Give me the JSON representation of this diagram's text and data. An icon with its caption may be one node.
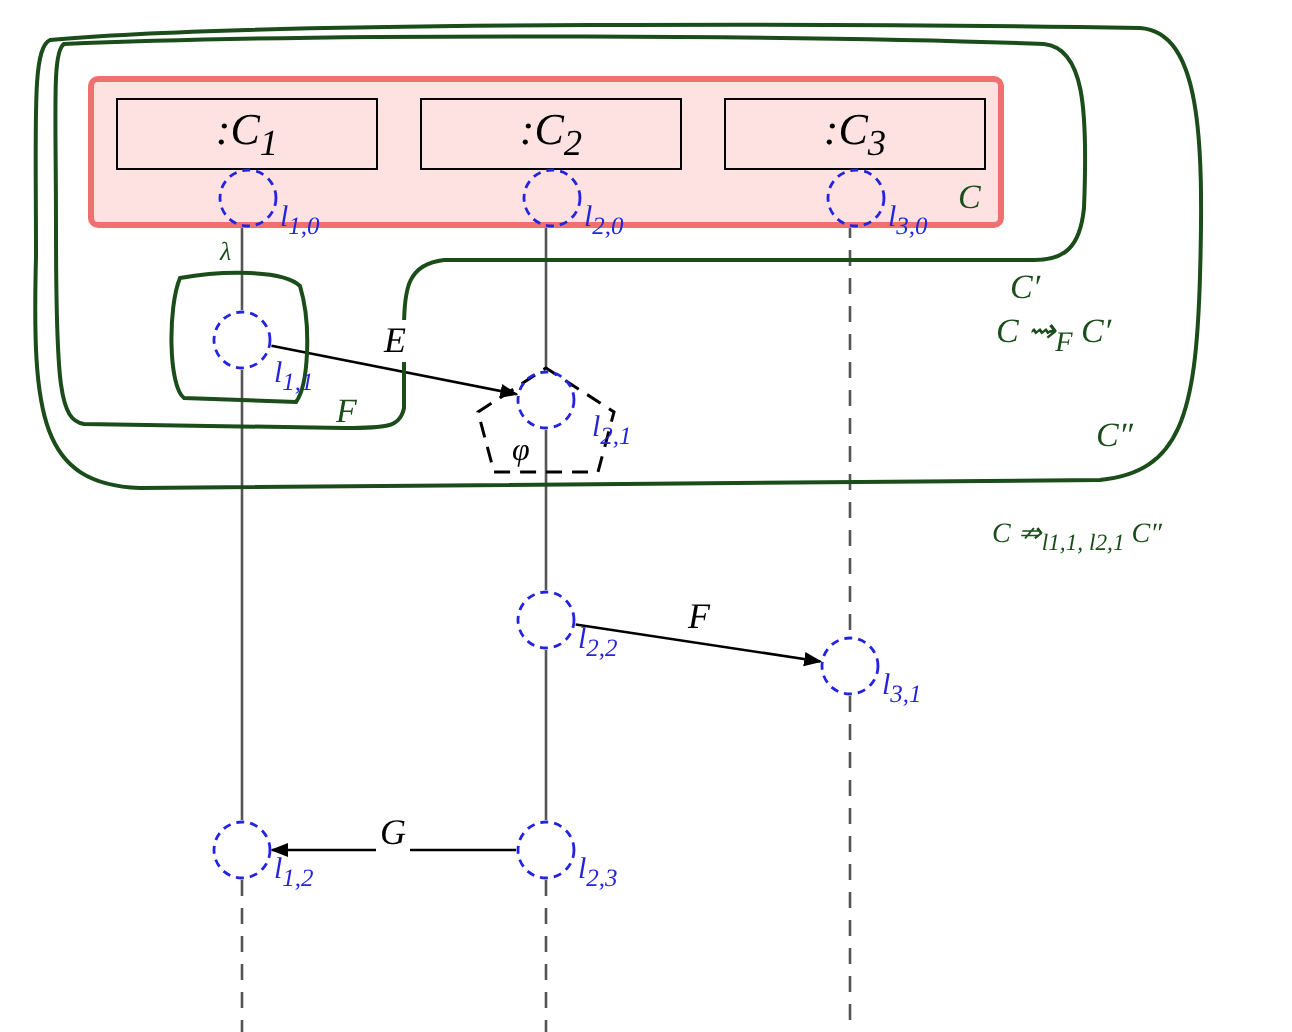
{
  "diagram": {
    "nodes": [
      {
        "text": [
          "C″"
        ]
      },
      {
        "text": [
          "C′"
        ],
        "in": 0
      },
      {
        "text": [
          "C"
        ],
        "in": 1
      },
      {
        "text": [
          ":C$_{1}$"
        ],
        "in": 2
      },
      {
        "text": [
          ":C$_{2}$"
        ],
        "in": 2
      },
      {
        "text": [
          ":C$_{3}$"
        ],
        "in": 2
      },
      {
        "text": [
          "F"
        ],
        "in": 1
      },
      {
        "text": [],
        "shape": "circle",
        "beside": [
          "l$_{1,0}$"
        ],
        "in": 2
      },
      {
        "text": [],
        "shape": "circle",
        "beside": [
          "l$_{2,0}$"
        ],
        "in": 2
      },
      {
        "text": [],
        "shape": "circle",
        "beside": [
          "l$_{3,0}$"
        ],
        "in": 2
      },
      {
        "text": [],
        "shape": "circle",
        "beside": [
          "l$_{1,1}$"
        ],
        "in": 6
      },
      {
        "text": [
          "φ"
        ],
        "in": 0
      },
      {
        "text": [],
        "shape": "circle",
        "beside": [
          "l$_{2,1}$"
        ],
        "in": 11
      },
      {
        "text": [],
        "shape": "circle",
        "beside": [
          "l$_{2,2}$"
        ]
      },
      {
        "text": [],
        "shape": "circle",
        "beside": [
          "l$_{3,1}$"
        ]
      },
      {
        "text": [],
        "shape": "circle",
        "beside": [
          "l$_{1,2}$"
        ]
      },
      {
        "text": [],
        "shape": "circle",
        "beside": [
          "l$_{2,3}$"
        ]
      }
    ],
    "edges": [
      {
        "from": 7,
        "to": 10,
        "arrow": "none"
      },
      {
        "from": 10,
        "to": 15,
        "arrow": "none"
      },
      {
        "from": 15,
        "to": null,
        "arrow": "none",
        "style": "dashed"
      },
      {
        "from": 8,
        "to": 12,
        "arrow": "none"
      },
      {
        "from": 12,
        "to": 13,
        "arrow": "none"
      },
      {
        "from": 13,
        "to": 16,
        "arrow": "none"
      },
      {
        "from": 16,
        "to": null,
        "arrow": "none",
        "style": "dashed"
      },
      {
        "from": 9,
        "to": 14,
        "arrow": "none",
        "style": "dashed"
      },
      {
        "from": 14,
        "to": null,
        "arrow": "none",
        "style": "dashed"
      },
      {
        "from": 10,
        "to": 12,
        "arrow": "to",
        "label": "E",
        "color": "#000000"
      },
      {
        "from": 13,
        "to": 14,
        "arrow": "to",
        "label": "F",
        "color": "#000000"
      },
      {
        "from": 16,
        "to": 15,
        "arrow": "to",
        "label": "G",
        "color": "#000000"
      }
    ],
    "labels": [
      "λ",
      "C ⇝$_{F}$ C′",
      "C ⇏$_{l1,1, l2,1}$ C″"
    ]
  }
}
